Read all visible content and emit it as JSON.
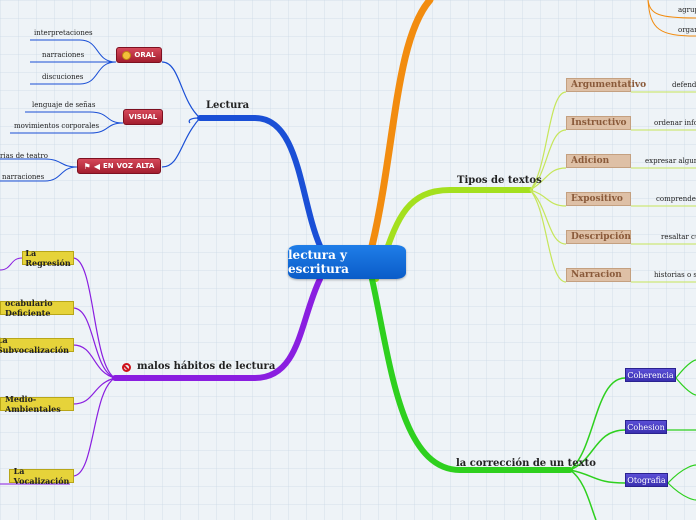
{
  "central": "lectura y escritura",
  "lectura": {
    "title": "Lectura",
    "oral": {
      "label": "ORAL",
      "items": [
        "interpretaciones",
        "narraciones",
        "discuciones"
      ]
    },
    "visual": {
      "label": "VISUAL",
      "items": [
        "lenguaje de señas",
        "movimientos corporales"
      ]
    },
    "voz_alta": {
      "label_en": "EN",
      "label_voz": "VOZ",
      "label_alta": "ALTA",
      "items": [
        "rias de teatro",
        "narraciones"
      ]
    }
  },
  "habitos": {
    "title": "malos hábitos de lectura",
    "items": [
      "La Regresión",
      "ocabulario Deficiente",
      "La Subvocalización",
      "Medio-Ambientales",
      "La Vocalización"
    ]
  },
  "tipos": {
    "title": "Tipos de textos",
    "items": [
      {
        "label": "Argumentativo",
        "desc": "defende"
      },
      {
        "label": "Instructivo",
        "desc": "ordenar inform"
      },
      {
        "label": "Adicion",
        "desc": "expresar alguna co"
      },
      {
        "label": "Expositivo",
        "desc": "comprender o"
      },
      {
        "label": "Descripción",
        "desc": "resaltar cual"
      },
      {
        "label": "Narracion",
        "desc": "historias o suce"
      }
    ]
  },
  "correccion": {
    "title": "la corrección de un texto",
    "items": [
      "Coherencia",
      "Cohesion",
      "Otografia"
    ]
  },
  "top_right": [
    "agrup",
    "organ"
  ],
  "colors": {
    "lectura_branch": "#1a4fd6",
    "habitos_branch": "#8a1ee0",
    "tipos_branch": "#a4e01e",
    "correccion_branch": "#2ed01e",
    "top_branch": "#f08a10"
  }
}
